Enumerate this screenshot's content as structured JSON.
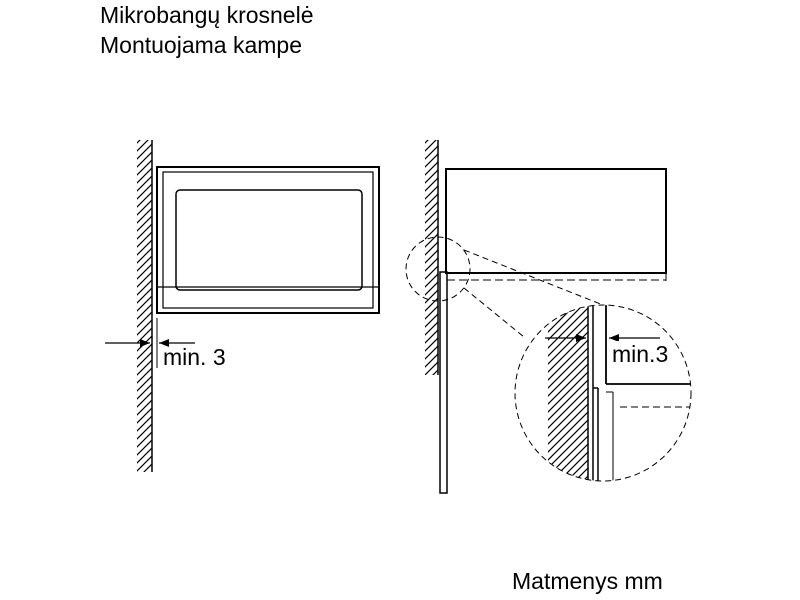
{
  "title": {
    "line1": "Mikrobangų krosnelė",
    "line2": "Montuojama kampe"
  },
  "left_view": {
    "clearance_label": "min. 3"
  },
  "right_view": {
    "clearance_label": "min.3"
  },
  "units_note": "Matmenys mm"
}
